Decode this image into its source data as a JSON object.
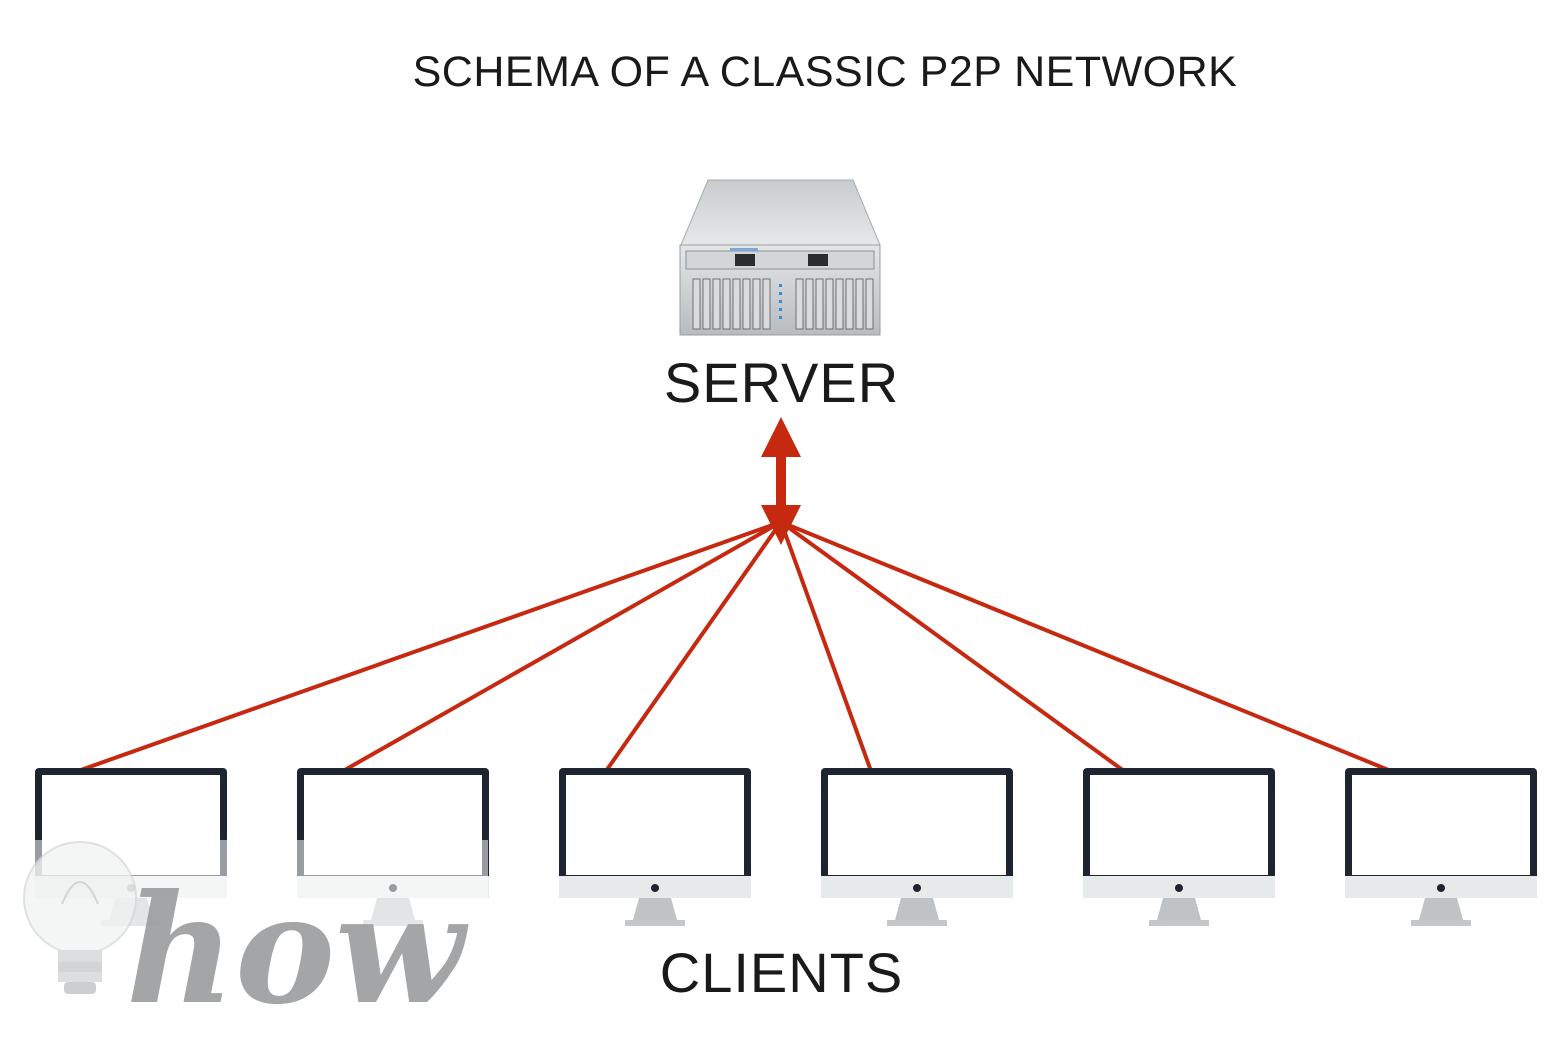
{
  "title": "SCHEMA OF A CLASSIC P2P NETWORK",
  "server": {
    "label": "SERVER",
    "icon": "server-rack-icon"
  },
  "clients": {
    "label": "CLIENTS",
    "icon": "monitor-icon",
    "count": 6
  },
  "connections": {
    "color": "#c62810",
    "arrow": "bidirectional"
  },
  "watermark": {
    "text": "how",
    "icon": "lightbulb-icon"
  }
}
